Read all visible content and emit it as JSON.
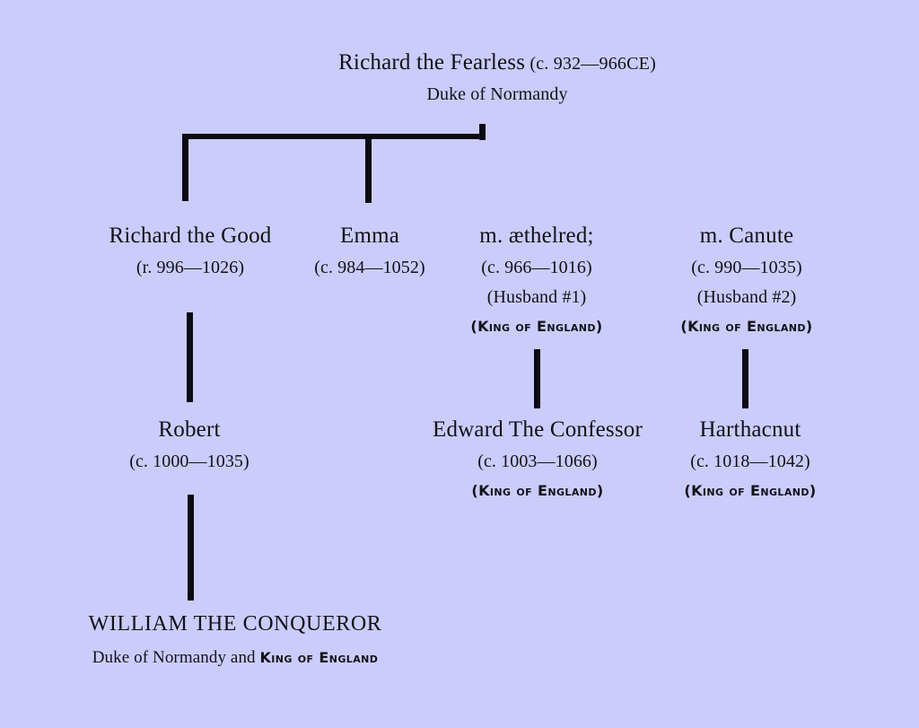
{
  "diagram": {
    "title_node": {
      "name": "Richard the Fearless",
      "dates": "(c. 932—966CE)",
      "role": "Duke of Normandy"
    },
    "generation2": [
      {
        "name": "Richard the Good",
        "dates": "(r. 996—1026)"
      },
      {
        "name": "Emma",
        "dates": "(c. 984—1052)"
      },
      {
        "name": "m. æthelred;",
        "dates": "(c. 966—1016)",
        "spouse_order": "(Husband #1)",
        "title": "(King of England)"
      },
      {
        "name": "m. Canute",
        "dates": "(c. 990—1035)",
        "spouse_order": "(Husband #2)",
        "title": "(King of England)"
      }
    ],
    "generation3": [
      {
        "name": "Robert",
        "dates": "(c. 1000—1035)"
      },
      {
        "name": "Edward The Confessor",
        "dates": "(c. 1003—1066)",
        "title": "(King of England)"
      },
      {
        "name": "Harthacnut",
        "dates": "(c. 1018—1042)",
        "title": "(King of England)"
      }
    ],
    "generation4": {
      "name": "WILLIAM THE CONQUEROR",
      "role_prefix": "Duke of Normandy and ",
      "role_title": "King of England"
    },
    "colors": {
      "background": "#ccccfc",
      "ink": "#111118",
      "line": "#0b0b14"
    }
  }
}
